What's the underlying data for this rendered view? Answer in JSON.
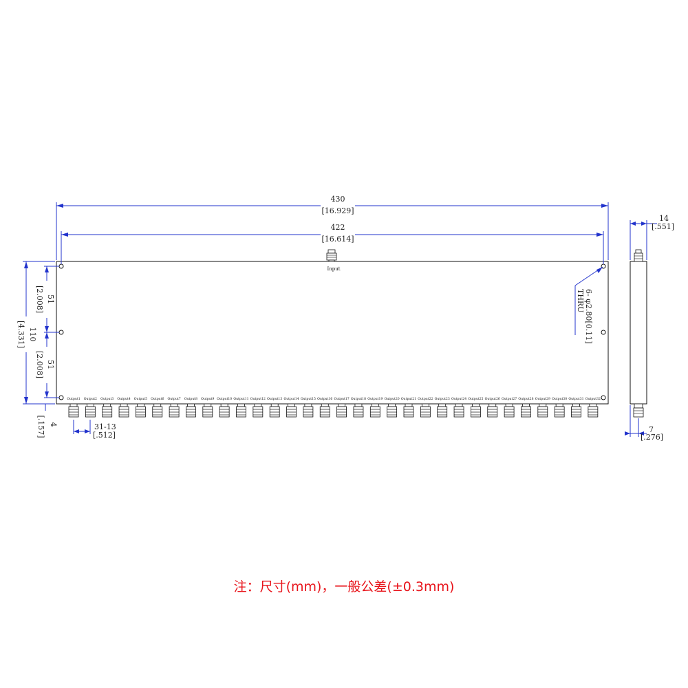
{
  "dimensions": {
    "overall_width_mm": "430",
    "overall_width_in": "[16.929]",
    "hole_span_mm": "422",
    "hole_span_in": "[16.614]",
    "height_mm": "110",
    "height_in": "[4.331]",
    "upper_hole_pitch_mm": "51",
    "upper_hole_pitch_in": "[2.008]",
    "lower_hole_pitch_mm": "51",
    "lower_hole_pitch_in": "[2.008]",
    "connector_protrusion_mm": "4",
    "connector_protrusion_in": "[.157]",
    "connector_pitch_mm": "31-13",
    "connector_pitch_in": "[.512]",
    "depth_mm": "14",
    "depth_in": "[.551]",
    "side_offset_mm": "7",
    "side_offset_in": "[.276]",
    "hole_callout_line1": "6- φ2.80[0.11]",
    "hole_callout_line2": "THRU"
  },
  "input_label": "Input",
  "output_labels": [
    "Output1",
    "Output2",
    "Output3",
    "Output4",
    "Output5",
    "Output6",
    "Output7",
    "Output8",
    "Output9",
    "Output10",
    "Output11",
    "Output12",
    "Output13",
    "Output14",
    "Output15",
    "Output16",
    "Output17",
    "Output18",
    "Output19",
    "Output20",
    "Output21",
    "Output22",
    "Output23",
    "Output24",
    "Output25",
    "Output26",
    "Output27",
    "Output28",
    "Output29",
    "Output30",
    "Output31",
    "Output32"
  ],
  "note": "注：尺寸(mm)，一般公差(±0.3mm)",
  "colors": {
    "dimension_lines": "#2233cc",
    "outline": "#111111",
    "note_text": "#e8141b"
  }
}
